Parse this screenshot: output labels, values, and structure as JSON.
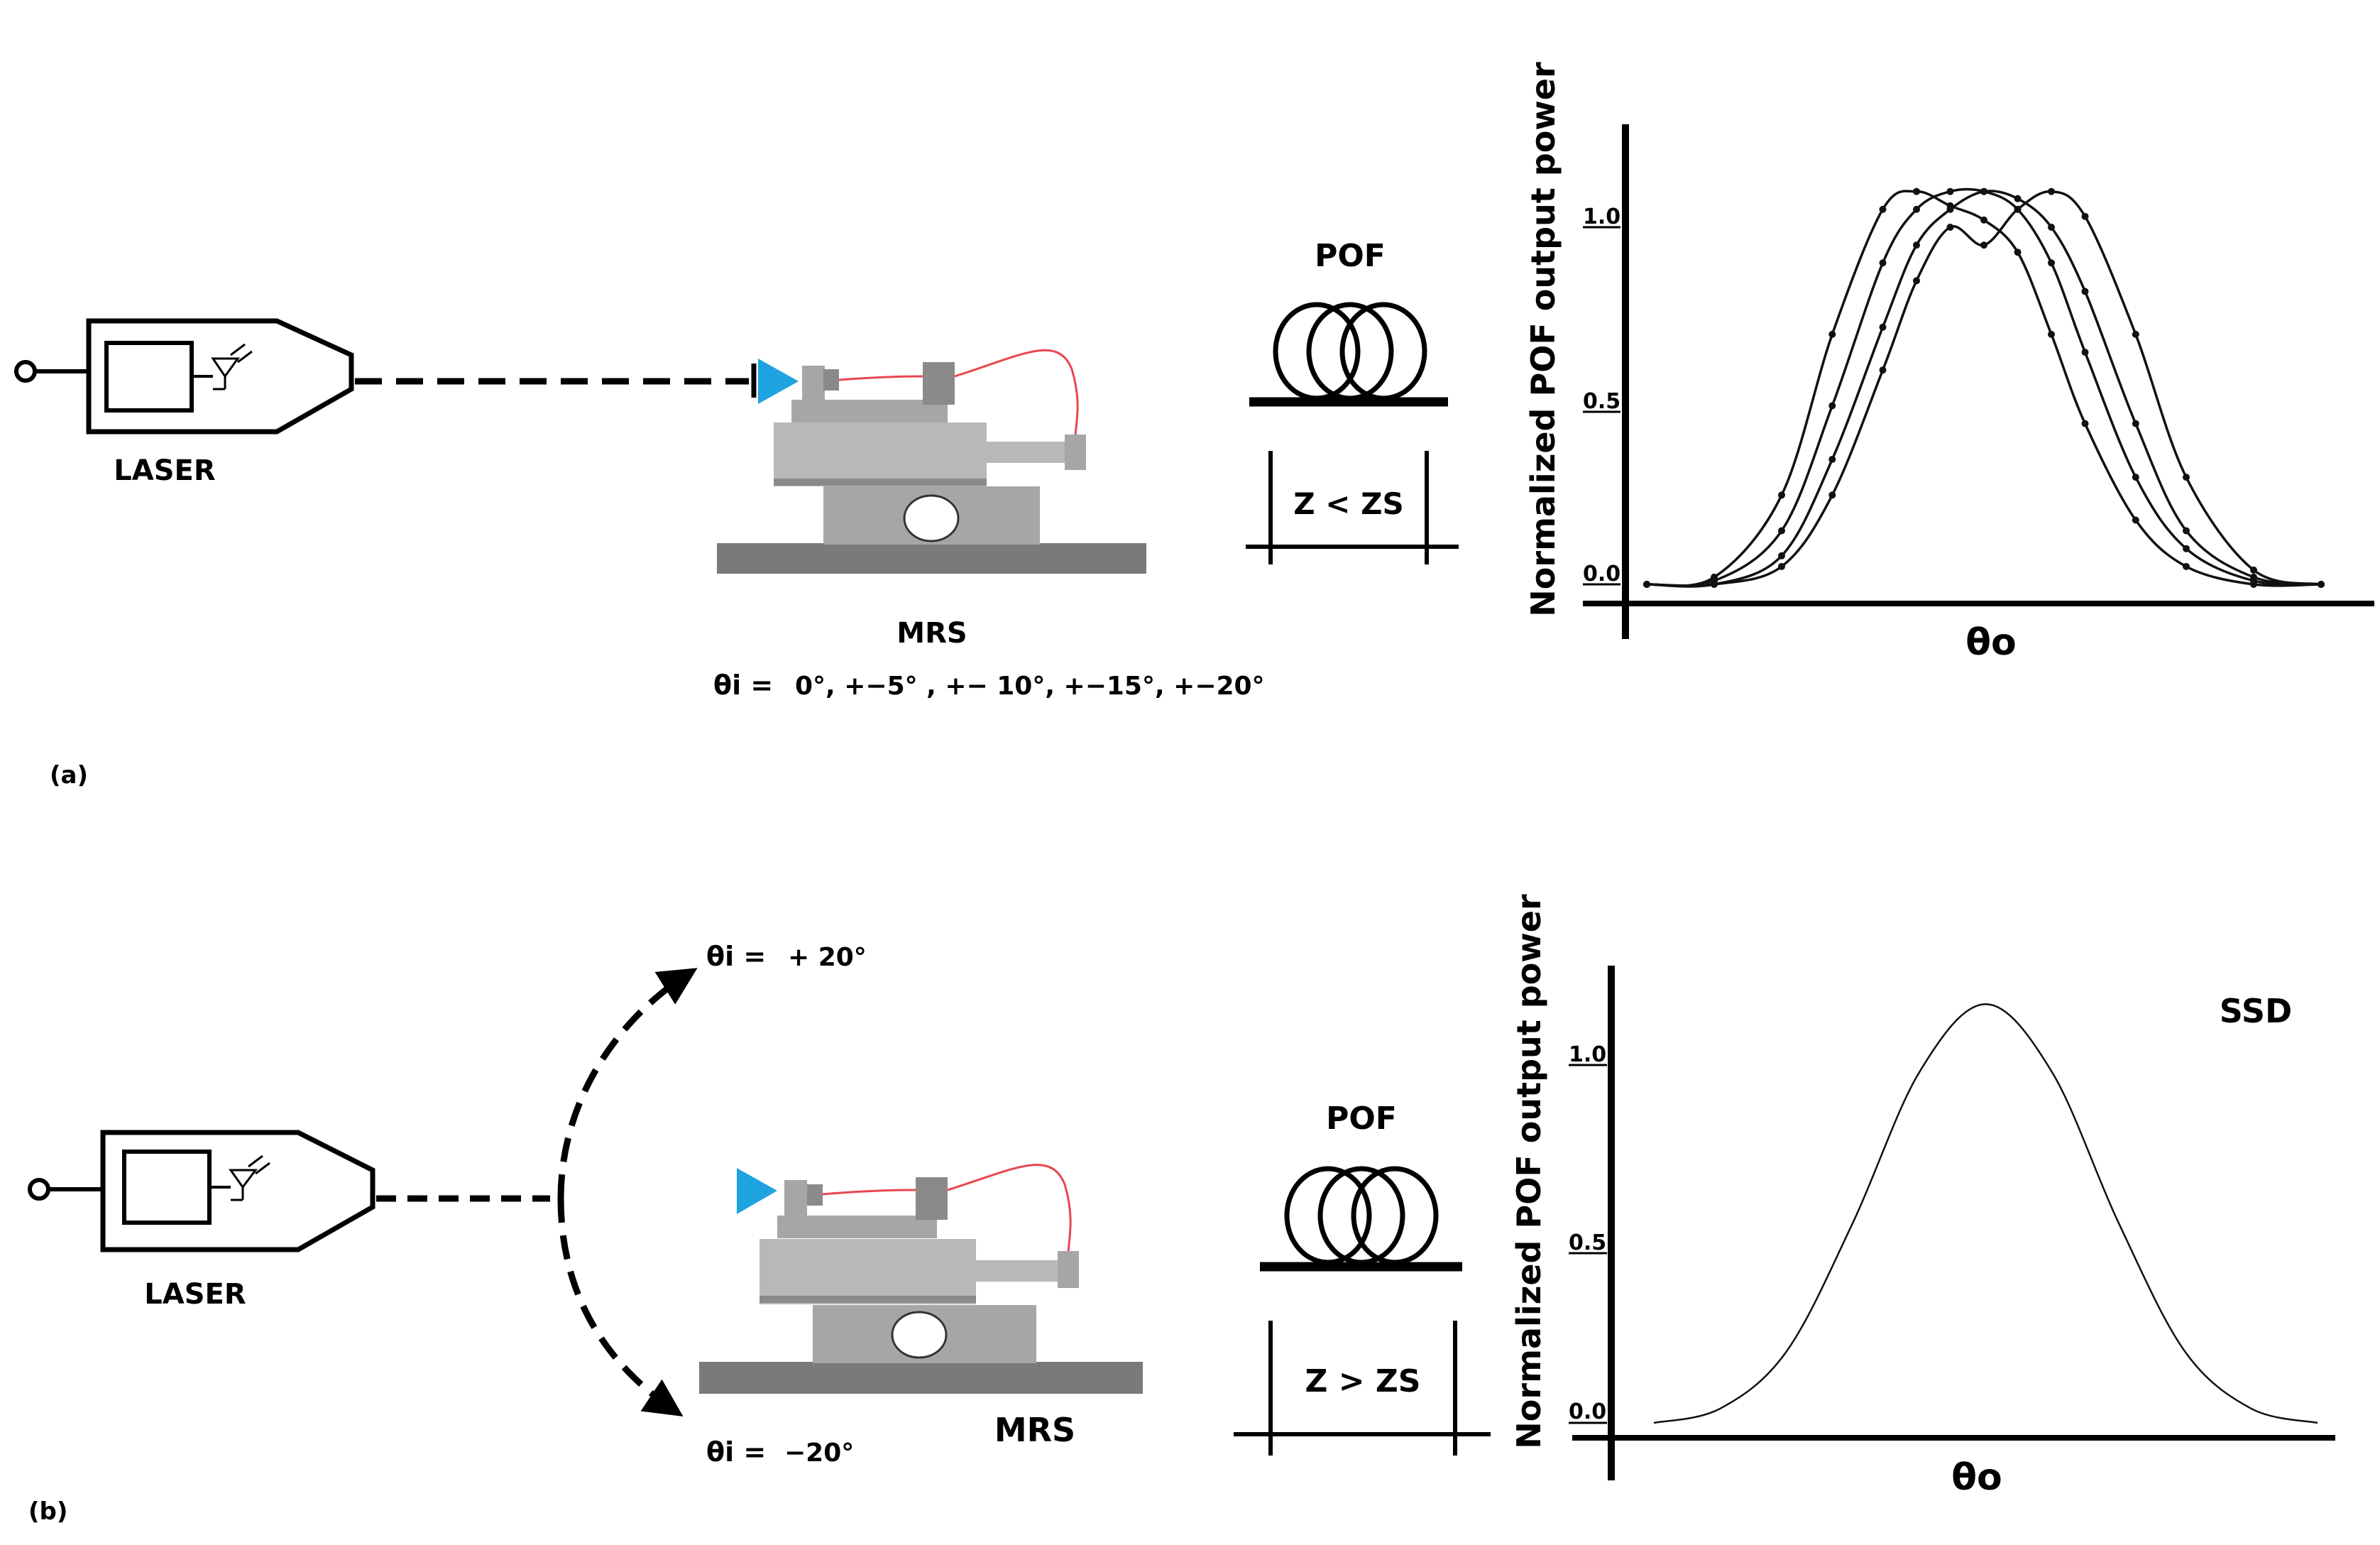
{
  "panel_a": {
    "tag": "(a)",
    "laser_label": "LASER",
    "mrs_label": "MRS",
    "theta_i_label": "θi =",
    "theta_i_values": "0°, +−5° , +− 10°, +−15°, +−20°",
    "pof_label": "POF",
    "z_label": "Z < ZS",
    "chart": {
      "ylabel": "Normalized POF output power",
      "xlabel": "θo",
      "yticks": [
        "0.0",
        "0.5",
        "1.0"
      ]
    }
  },
  "panel_b": {
    "tag": "(b)",
    "laser_label": "LASER",
    "mrs_label": "MRS",
    "theta_i_label_top": "θi =",
    "theta_i_top_value": "+ 20°",
    "theta_i_label_bottom": "θi =",
    "theta_i_bottom_value": "−20°",
    "pof_label": "POF",
    "z_label": "Z > ZS",
    "chart": {
      "ylabel": "Normalized POF output power",
      "xlabel": "θo",
      "yticks": [
        "0.0",
        "0.5",
        "1.0"
      ],
      "annotation": "SSD"
    }
  },
  "colors": {
    "ink": "#000000",
    "stage_light": "#b8b8b8",
    "stage_mid": "#a6a6a6",
    "stage_dark": "#7a7a7a",
    "fiber": "#e8474f",
    "beam_arrow": "#1fa3e0"
  },
  "chart_data": [
    {
      "type": "line",
      "panel": "a",
      "xlabel": "θo",
      "ylabel": "Normalized POF output power",
      "ylim": [
        0,
        1.25
      ],
      "yticks": [
        0.0,
        0.5,
        1.0
      ],
      "x_range": [
        -1,
        1
      ],
      "series": [
        {
          "x": [
            -1,
            -0.8,
            -0.6,
            -0.45,
            -0.3,
            -0.2,
            -0.1,
            0,
            0.1,
            0.2,
            0.3,
            0.45,
            0.6,
            0.8,
            1
          ],
          "values": [
            0.0,
            0.02,
            0.25,
            0.7,
            1.05,
            1.1,
            1.06,
            1.02,
            0.93,
            0.7,
            0.45,
            0.18,
            0.05,
            0.0,
            0.0
          ]
        },
        {
          "x": [
            -1,
            -0.8,
            -0.6,
            -0.45,
            -0.3,
            -0.2,
            -0.1,
            0,
            0.1,
            0.2,
            0.3,
            0.45,
            0.6,
            0.8,
            1
          ],
          "values": [
            0.0,
            0.01,
            0.15,
            0.5,
            0.9,
            1.05,
            1.1,
            1.1,
            1.05,
            0.9,
            0.65,
            0.3,
            0.1,
            0.01,
            0.0
          ]
        },
        {
          "x": [
            -1,
            -0.8,
            -0.6,
            -0.45,
            -0.3,
            -0.2,
            -0.1,
            0,
            0.1,
            0.2,
            0.3,
            0.45,
            0.6,
            0.8,
            1
          ],
          "values": [
            0.0,
            0.0,
            0.08,
            0.35,
            0.72,
            0.95,
            1.05,
            1.1,
            1.08,
            1.0,
            0.82,
            0.45,
            0.15,
            0.02,
            0.0
          ]
        },
        {
          "x": [
            -1,
            -0.8,
            -0.6,
            -0.45,
            -0.3,
            -0.2,
            -0.1,
            0,
            0.1,
            0.2,
            0.3,
            0.45,
            0.6,
            0.8,
            1
          ],
          "values": [
            0.0,
            0.0,
            0.05,
            0.25,
            0.6,
            0.85,
            1.0,
            0.95,
            1.05,
            1.1,
            1.03,
            0.7,
            0.3,
            0.04,
            0.0
          ]
        }
      ]
    },
    {
      "type": "line",
      "panel": "b",
      "xlabel": "θo",
      "ylabel": "Normalized POF output power",
      "ylim": [
        0,
        1.25
      ],
      "yticks": [
        0.0,
        0.5,
        1.0
      ],
      "x_range": [
        -1,
        1
      ],
      "series": [
        {
          "x": [
            -1,
            -0.8,
            -0.6,
            -0.4,
            -0.2,
            0,
            0.2,
            0.4,
            0.6,
            0.8,
            1
          ],
          "values": [
            0.0,
            0.04,
            0.2,
            0.56,
            0.98,
            1.17,
            0.98,
            0.56,
            0.2,
            0.04,
            0.0
          ]
        }
      ]
    }
  ]
}
